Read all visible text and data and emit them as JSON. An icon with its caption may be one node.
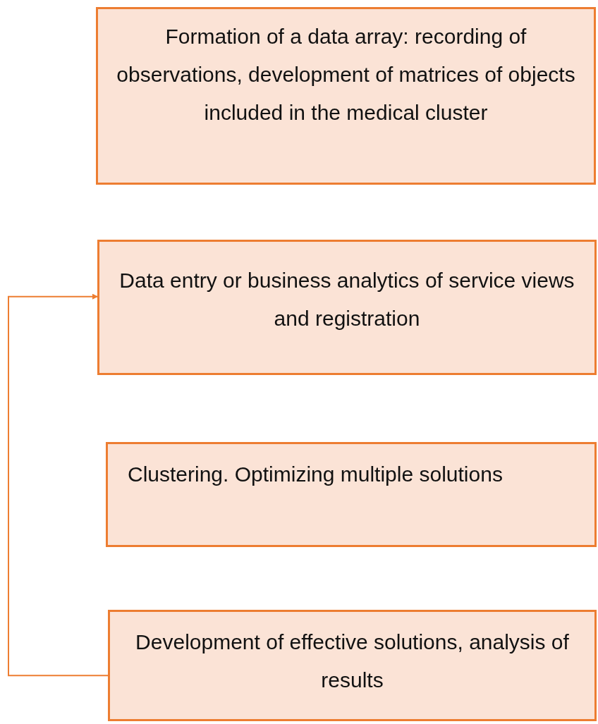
{
  "diagram": {
    "nodes": [
      {
        "text": [
          "Formation of a data array: recording of observations, development of matrices of objects included in the medical cluster"
        ]
      },
      {
        "text": [
          "Data entry or business analytics of service views and registration"
        ]
      },
      {
        "text": [
          "Clustering. Optimizing multiple solutions"
        ]
      },
      {
        "text": [
          "Development of effective solutions, analysis of results"
        ]
      }
    ],
    "edges": [
      {
        "from": 3,
        "to": 1,
        "arrow": "to"
      }
    ]
  }
}
